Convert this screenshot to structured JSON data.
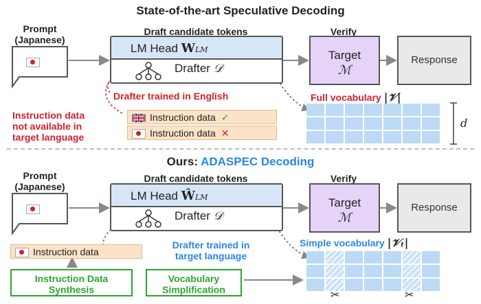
{
  "top": {
    "title": "State-of-the-art Speculative Decoding",
    "prompt_label_line1": "Prompt",
    "prompt_label_line2": "(Japanese)",
    "draft_label": "Draft candidate tokens",
    "verify_label": "Verify",
    "lm_head": "LM Head",
    "weight_symbol": "W",
    "weight_sub": "LM",
    "drafter": "Drafter",
    "drafter_symbol": "𝒟",
    "target_line1": "Target",
    "target_symbol": "ℳ",
    "response": "Response",
    "drafter_note": "Drafter trained in English",
    "vocab_label": "Full vocabulary",
    "vocab_symbol": "|𝒱|",
    "dim_label": "d",
    "missing_line1": "Instruction data",
    "missing_line2": "not available in",
    "missing_line3": "target language",
    "instr_en": "Instruction data",
    "instr_jp": "Instruction data",
    "instr_en_mark": "✓",
    "instr_jp_mark": "✕"
  },
  "bottom": {
    "title_prefix": "Ours: ",
    "title_accent": "ADASPEC Decoding",
    "prompt_label_line1": "Prompt",
    "prompt_label_line2": "(Japanese)",
    "draft_label": "Draft candidate tokens",
    "verify_label": "Verify",
    "lm_head": "LM Head",
    "weight_symbol": "Ŵ",
    "weight_sub": "LM",
    "drafter": "Drafter",
    "drafter_symbol": "𝒟",
    "target_line1": "Target",
    "target_symbol": "ℳ",
    "response": "Response",
    "instr_jp": "Instruction data",
    "drafter_note_line1": "Drafter trained in",
    "drafter_note_line2": "target language",
    "vocab_label": "Simple vocabulary",
    "vocab_symbol": "|𝒱ₜ|",
    "synth_line1": "Instruction Data",
    "synth_line2": "Synthesis",
    "simp_line1": "Vocabulary",
    "simp_line2": "Simplification",
    "cut_mark": "✂"
  },
  "colors": {
    "red": "#d0202a",
    "blue": "#2a86e8",
    "green": "#2aa62a",
    "lm_head_fill": "#d6e6f7",
    "target_fill": "#e6d3f8",
    "instr_fill": "#fbe3c8",
    "grid_fill": "#bcdaf5"
  }
}
